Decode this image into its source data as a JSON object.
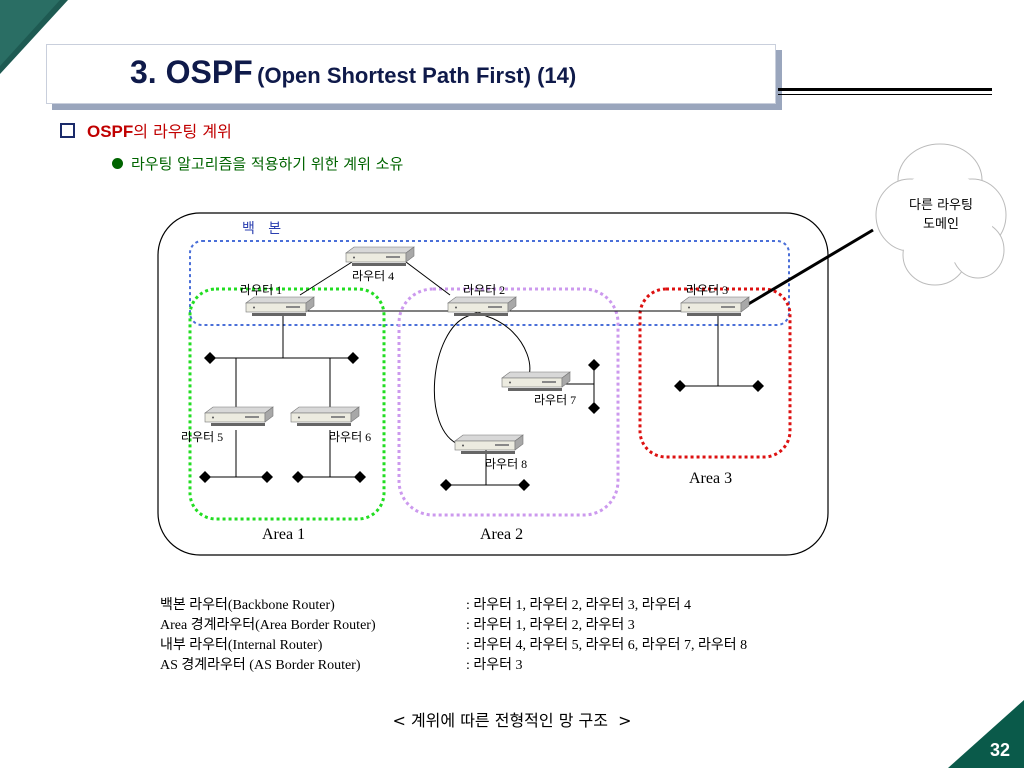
{
  "title": {
    "main": "3. OSPF",
    "sub": "(Open Shortest Path First) (14)"
  },
  "bullet1": {
    "strong": "OSPF",
    "rest": "의 라우팅 계위"
  },
  "bullet2": {
    "text": "라우팅 알고리즘을 적용하기 위한 계위  소유"
  },
  "diagram": {
    "backbone_label": "백   본",
    "routers": {
      "r1": "라우터 1",
      "r2": "라우터 2",
      "r3": "라우터 3",
      "r4": "라우터 4",
      "r5": "라우터 5",
      "r6": "라우터 6",
      "r7": "라우터 7",
      "r8": "라우터 8"
    },
    "areas": {
      "a1": "Area 1",
      "a2": "Area 2",
      "a3": "Area 3"
    },
    "cloud": {
      "line1": "다른 라우팅",
      "line2": "도메인"
    },
    "colors": {
      "backbone": "#4a6fd8",
      "area1": "#22dd22",
      "area2": "#cc99ee",
      "area3": "#dd1111"
    }
  },
  "legend": [
    {
      "term": "백본 라우터(Backbone Router)",
      "value": ": 라우터 1, 라우터 2, 라우터 3, 라우터 4"
    },
    {
      "term": "Area 경계라우터(Area Border Router)",
      "value": ": 라우터 1, 라우터 2, 라우터 3"
    },
    {
      "term": "내부 라우터(Internal Router)",
      "value": ": 라우터 4, 라우터 5, 라우터 6, 라우터 7, 라우터 8"
    },
    {
      "term": "AS 경계라우터 (AS Border Router)",
      "value": ": 라우터 3"
    }
  ],
  "caption": "< 계위에 따른 전형적인 망 구조  >",
  "page_number": "32"
}
